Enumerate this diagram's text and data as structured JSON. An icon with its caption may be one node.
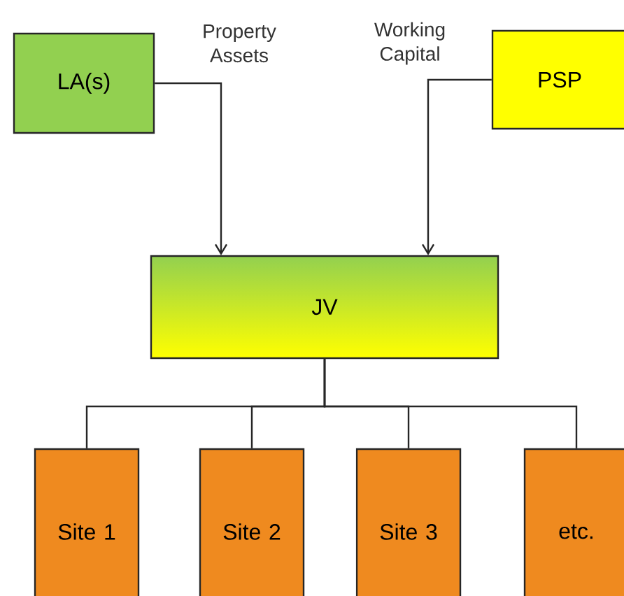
{
  "diagram": {
    "nodes": [
      {
        "text": [
          "LA(s)"
        ]
      },
      {
        "text": [
          "PSP"
        ]
      },
      {
        "text": [
          "JV"
        ]
      },
      {
        "text": [
          "Site 1"
        ]
      },
      {
        "text": [
          "Site 2"
        ]
      },
      {
        "text": [
          "Site 3"
        ]
      },
      {
        "text": [
          "etc."
        ]
      }
    ],
    "edges": [
      {
        "from": 0,
        "to": 2,
        "arrow": "to",
        "label": "Property Assets"
      },
      {
        "from": 1,
        "to": 2,
        "arrow": "to",
        "label": "Working Capital"
      },
      {
        "from": 2,
        "to": 3,
        "arrow": "none"
      },
      {
        "from": 2,
        "to": 4,
        "arrow": "none"
      },
      {
        "from": 2,
        "to": 5,
        "arrow": "none"
      },
      {
        "from": 2,
        "to": 6,
        "arrow": "none"
      }
    ]
  }
}
